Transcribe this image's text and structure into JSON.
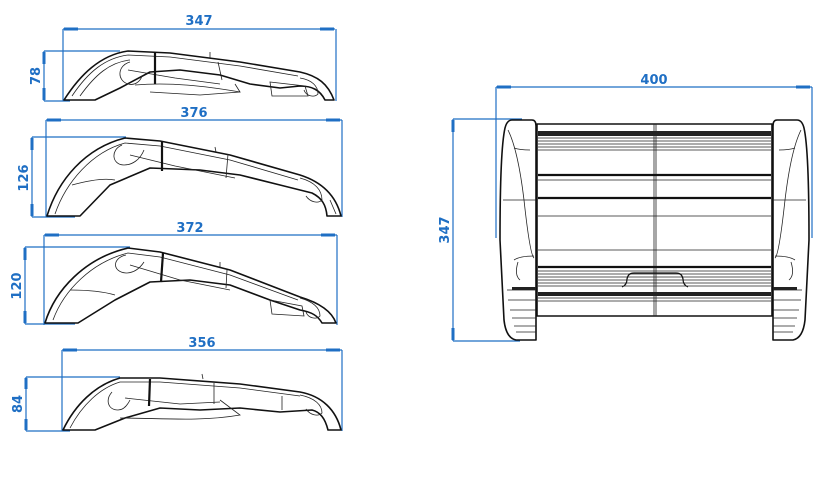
{
  "drawing": {
    "type": "technical_dimension_drawing",
    "subject": "lounge chair / sunbed profile views",
    "units": "",
    "dimension_color": "#1f6fc4",
    "line_color": "#111111",
    "background": "#ffffff"
  },
  "side_views": [
    {
      "id": "profile-1",
      "width_label": "347",
      "height_label": "78"
    },
    {
      "id": "profile-2",
      "width_label": "376",
      "height_label": "126"
    },
    {
      "id": "profile-3",
      "width_label": "372",
      "height_label": "120"
    },
    {
      "id": "profile-4",
      "width_label": "356",
      "height_label": "84"
    }
  ],
  "front_view": {
    "id": "front",
    "width_label": "400",
    "height_label": "347"
  }
}
